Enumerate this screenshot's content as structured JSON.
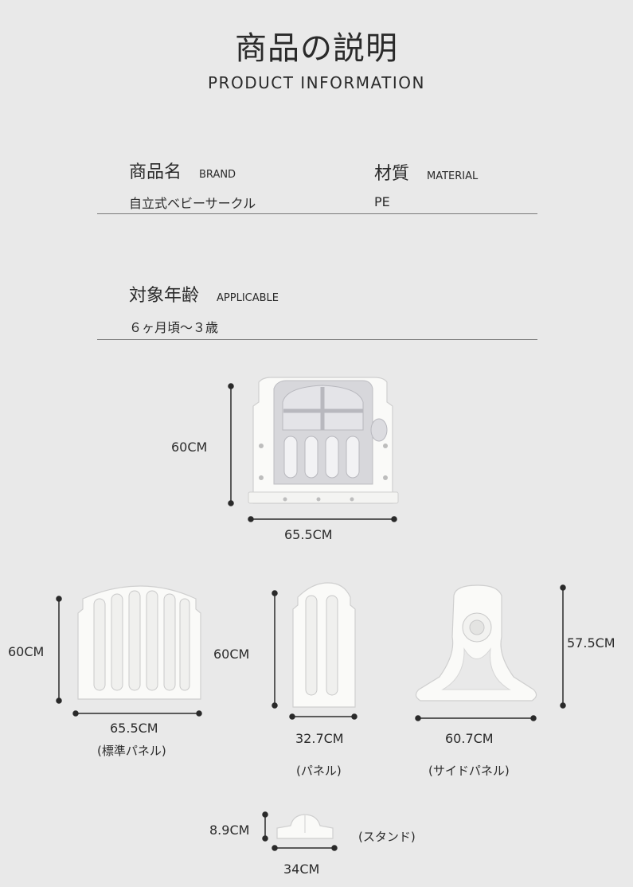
{
  "header": {
    "title_jp": "商品の説明",
    "title_en": "PRODUCT  INFORMATION"
  },
  "specs": {
    "brand": {
      "label_jp": "商品名",
      "label_en": "BRAND",
      "value": "自立式ベビーサークル"
    },
    "material": {
      "label_jp": "材質",
      "label_en": "MATERIAL",
      "value": "PE"
    },
    "applicable": {
      "label_jp": "対象年齢",
      "label_en": "APPLICABLE",
      "value": "６ヶ月頃～３歳"
    }
  },
  "diagrams": {
    "gate": {
      "height": "60CM",
      "width": "65.5CM"
    },
    "standard_panel": {
      "height": "60CM",
      "width": "65.5CM",
      "caption": "(標準パネル)"
    },
    "panel": {
      "height": "60CM",
      "width": "32.7CM",
      "caption": "(パネル)"
    },
    "side_panel": {
      "height": "57.5CM",
      "width": "60.7CM",
      "caption": "(サイドパネル)"
    },
    "stand": {
      "height": "8.9CM",
      "width": "34CM",
      "caption": "(スタンド)"
    }
  },
  "colors": {
    "background": "#e9e9e9",
    "panel": "#fafaf8",
    "gate_inner": "#d6d6da",
    "text": "#2a2a2a"
  }
}
